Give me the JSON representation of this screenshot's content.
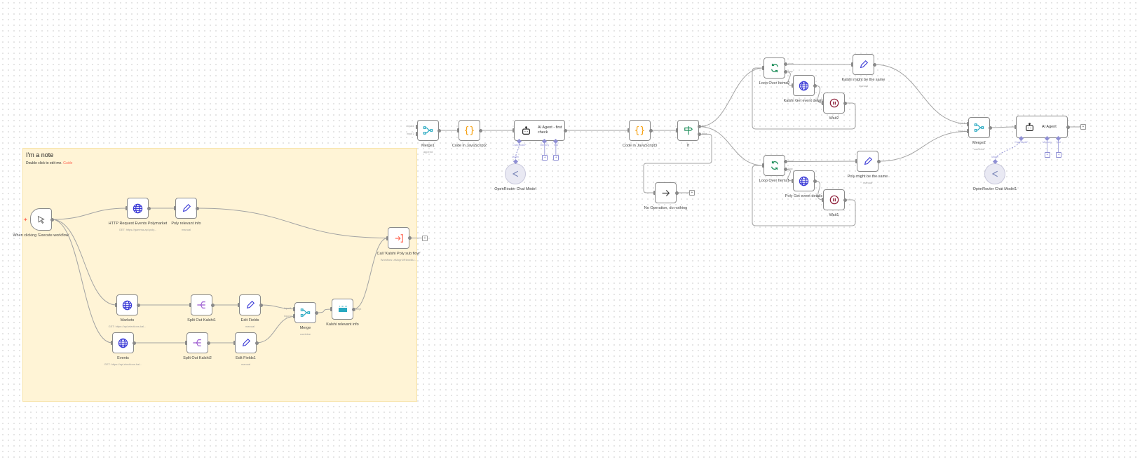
{
  "note": {
    "title": "I'm a note",
    "body_prefix": "Double click to edit me.",
    "guide_link": "Guide"
  },
  "colors": {
    "note_bg": "#fff4d6",
    "edge": "#a3a3a3",
    "ai_port": "#8f8fd4",
    "globe": "#3a3ad6",
    "code": "#f59e0b",
    "merge": "#28a9c1",
    "wait": "#8b1a35",
    "loop": "#1e8e5a",
    "call": "#ff6d5a",
    "split": "#9b59d0"
  },
  "nodes": [
    {
      "id": "trigger",
      "label": "When clicking 'Execute workflow'",
      "sub": "",
      "icon": "cursor-icon"
    },
    {
      "id": "http_poly",
      "label": "HTTP Request Events Polymarket",
      "sub": "GET: https://gamma-api.poly...",
      "icon": "globe-icon"
    },
    {
      "id": "poly_info",
      "label": "Poly relevant info",
      "sub": "manual",
      "icon": "pencil-icon"
    },
    {
      "id": "call_sub",
      "label": "Call 'Kalshi Poly sub flow'",
      "sub": "Workflow: aMogn0Rknw6U...",
      "icon": "call-workflow-icon"
    },
    {
      "id": "markets",
      "label": "Markets",
      "sub": "GET: https://api.elections.kal...",
      "icon": "globe-icon"
    },
    {
      "id": "split1",
      "label": "Split Out Kalshi1",
      "sub": "",
      "icon": "split-icon"
    },
    {
      "id": "edit1",
      "label": "Edit Fields",
      "sub": "manual",
      "icon": "pencil-icon"
    },
    {
      "id": "merge",
      "label": "Merge",
      "sub": "combine",
      "icon": "merge-icon"
    },
    {
      "id": "kalshi_info",
      "label": "Kalshi relevant info",
      "sub": "",
      "icon": "filter-icon"
    },
    {
      "id": "events",
      "label": "Events",
      "sub": "GET: https://api.elections.kal...",
      "icon": "globe-icon"
    },
    {
      "id": "split2",
      "label": "Split Out Kalshi2",
      "sub": "",
      "icon": "split-icon"
    },
    {
      "id": "edit2",
      "label": "Edit Fields1",
      "sub": "manual",
      "icon": "pencil-icon"
    },
    {
      "id": "merge1",
      "label": "Merge1",
      "sub": "append",
      "icon": "merge-icon"
    },
    {
      "id": "code2",
      "label": "Code in JavaScript2",
      "sub": "",
      "icon": "code-icon"
    },
    {
      "id": "agent1",
      "label": "AI Agent - first check",
      "sub": "",
      "icon": "robot-icon"
    },
    {
      "id": "orm",
      "label": "OpenRouter Chat Model",
      "sub": "",
      "icon": "openrouter-icon"
    },
    {
      "id": "code3",
      "label": "Code in JavaScript3",
      "sub": "",
      "icon": "code-icon"
    },
    {
      "id": "if",
      "label": "If",
      "sub": "",
      "icon": "signpost-icon"
    },
    {
      "id": "noop",
      "label": "No Operation, do nothing",
      "sub": "",
      "icon": "arrow-right-icon"
    },
    {
      "id": "loop2",
      "label": "Loop Over Items2",
      "sub": "",
      "icon": "loop-icon"
    },
    {
      "id": "kalshi_same",
      "label": "Kalshi might be the same",
      "sub": "manual",
      "icon": "pencil-icon"
    },
    {
      "id": "kalshi_get",
      "label": "Kalshi Get event details",
      "sub": "",
      "icon": "globe-icon"
    },
    {
      "id": "wait2",
      "label": "Wait2",
      "sub": "",
      "icon": "pause-icon"
    },
    {
      "id": "merge2",
      "label": "Merge2",
      "sub": "combine",
      "icon": "merge-icon"
    },
    {
      "id": "agent2",
      "label": "AI Agent",
      "sub": "",
      "icon": "robot-icon"
    },
    {
      "id": "orm1",
      "label": "OpenRouter Chat Model1",
      "sub": "",
      "icon": "openrouter-icon"
    },
    {
      "id": "loop1",
      "label": "Loop Over Items1",
      "sub": "",
      "icon": "loop-icon"
    },
    {
      "id": "poly_same",
      "label": "Poly might be the same",
      "sub": "manual",
      "icon": "pencil-icon"
    },
    {
      "id": "poly_get",
      "label": "Poly Get event details",
      "sub": "",
      "icon": "globe-icon"
    },
    {
      "id": "wait1",
      "label": "Wait1",
      "sub": "",
      "icon": "pause-icon"
    }
  ],
  "port_labels": {
    "input1": "Input 1",
    "input2": "Input 2",
    "done": "done",
    "loop": "loop",
    "true": "true",
    "false": "false",
    "kept": "Kept",
    "chat_model": "Chat Model*",
    "memory": "Memory",
    "tool": "Tool",
    "model": "Model"
  },
  "connections": [
    [
      "trigger",
      0,
      "http_poly",
      0
    ],
    [
      "trigger",
      0,
      "markets",
      0
    ],
    [
      "trigger",
      0,
      "events",
      0
    ],
    [
      "http_poly",
      0,
      "poly_info",
      0
    ],
    [
      "poly_info",
      0,
      "call_sub",
      0
    ],
    [
      "markets",
      0,
      "split1",
      0
    ],
    [
      "split1",
      0,
      "edit1",
      0
    ],
    [
      "edit1",
      0,
      "merge",
      0
    ],
    [
      "events",
      0,
      "split2",
      0
    ],
    [
      "split2",
      0,
      "edit2",
      0
    ],
    [
      "edit2",
      0,
      "merge",
      1
    ],
    [
      "merge",
      0,
      "kalshi_info",
      0
    ],
    [
      "kalshi_info",
      0,
      "call_sub",
      0
    ],
    [
      "merge1",
      0,
      "code2",
      0
    ],
    [
      "code2",
      0,
      "agent1",
      0
    ],
    [
      "agent1",
      0,
      "code3",
      0
    ],
    [
      "code3",
      0,
      "if",
      0
    ],
    [
      "if",
      0,
      "loop2",
      0
    ],
    [
      "if",
      0,
      "loop1",
      0
    ],
    [
      "if",
      1,
      "noop",
      0
    ],
    [
      "loop2",
      0,
      "kalshi_same",
      0
    ],
    [
      "loop2",
      1,
      "kalshi_get",
      0
    ],
    [
      "kalshi_get",
      0,
      "wait2",
      0
    ],
    [
      "wait2",
      0,
      "loop2",
      0
    ],
    [
      "loop1",
      0,
      "poly_same",
      0
    ],
    [
      "loop1",
      1,
      "poly_get",
      0
    ],
    [
      "poly_get",
      0,
      "wait1",
      0
    ],
    [
      "wait1",
      0,
      "loop1",
      0
    ],
    [
      "kalshi_same",
      0,
      "merge2",
      0
    ],
    [
      "poly_same",
      0,
      "merge2",
      1
    ],
    [
      "merge2",
      0,
      "agent2",
      0
    ]
  ],
  "ai_connections": [
    [
      "orm",
      "agent1"
    ],
    [
      "orm1",
      "agent2"
    ]
  ]
}
